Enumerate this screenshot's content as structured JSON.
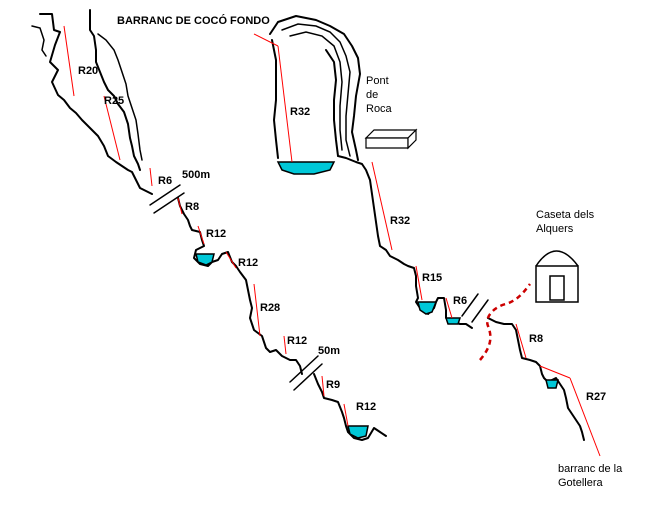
{
  "title": "BARRANC DE COCÓ FONDO",
  "labels": {
    "pont_de_roca": [
      "Pont",
      "de",
      "Roca"
    ],
    "caseta": [
      "Caseta dels",
      "Alquers"
    ],
    "gotellera": [
      "barranc de la",
      "Gotellera"
    ],
    "dist_500": "500m",
    "dist_50": "50m"
  },
  "rappels_left": [
    "R20",
    "R25",
    "R6",
    "R8",
    "R12",
    "R12",
    "R28",
    "R12",
    "R9",
    "R12"
  ],
  "rappels_right": [
    "R32",
    "R32",
    "R15",
    "R6",
    "R8",
    "R27"
  ],
  "colors": {
    "rope": "#ff0000",
    "water": "#00c8d8",
    "path": "#cc0000",
    "rock": "#000000"
  }
}
